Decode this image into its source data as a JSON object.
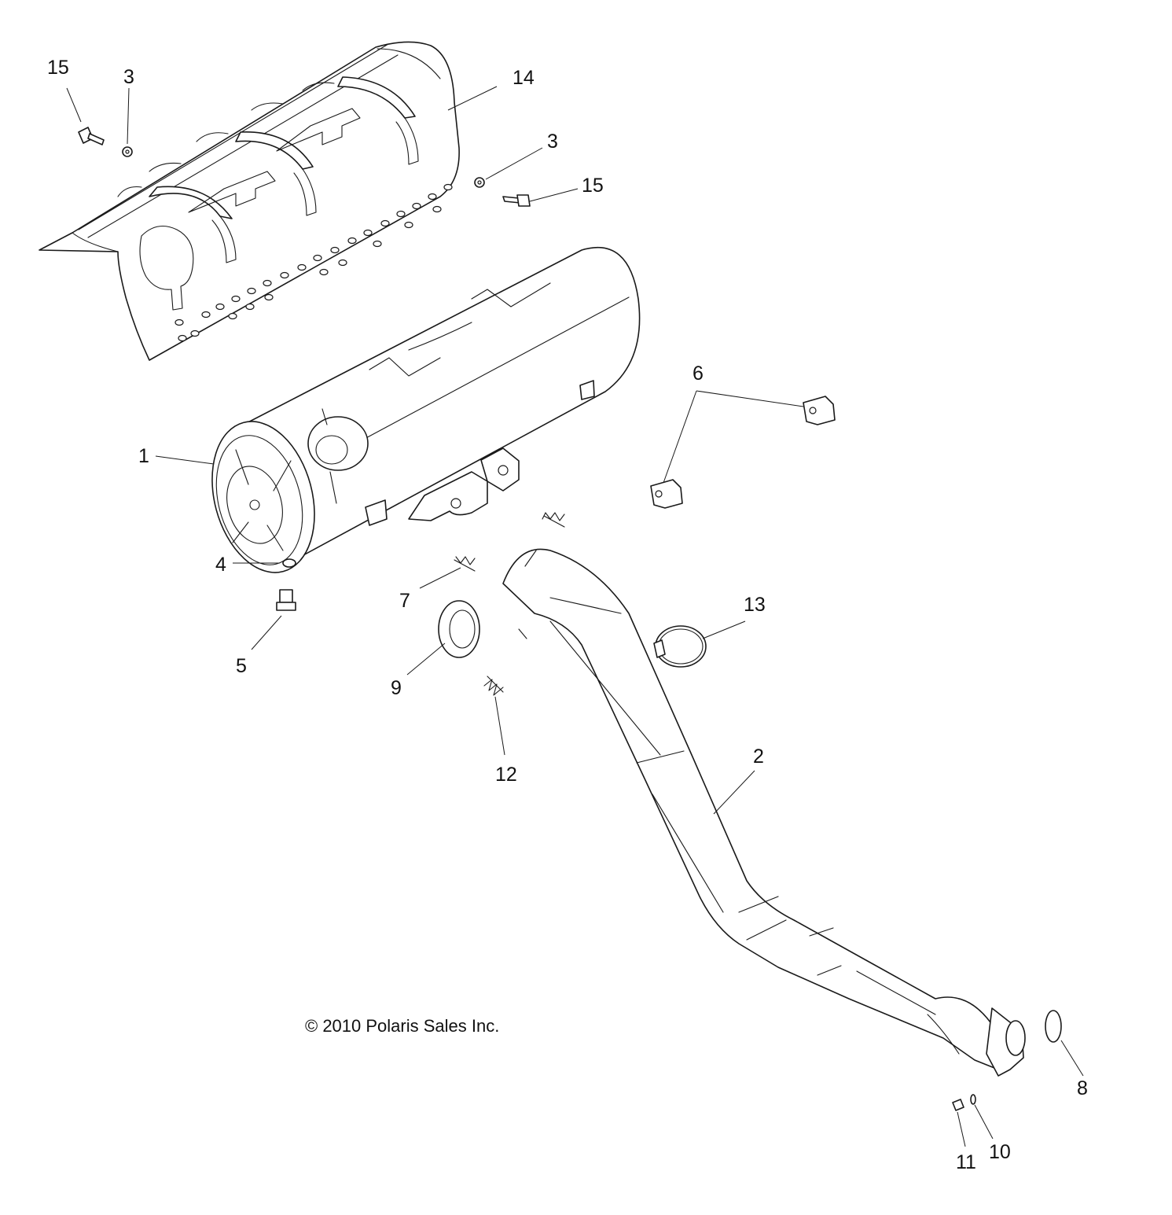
{
  "callouts": {
    "c1": "1",
    "c2": "2",
    "c3a": "3",
    "c3b": "3",
    "c4": "4",
    "c5": "5",
    "c6": "6",
    "c7": "7",
    "c8": "8",
    "c9": "9",
    "c10": "10",
    "c11": "11",
    "c12": "12",
    "c13": "13",
    "c14": "14",
    "c15a": "15",
    "c15b": "15"
  },
  "copyright": "© 2010 Polaris Sales Inc."
}
